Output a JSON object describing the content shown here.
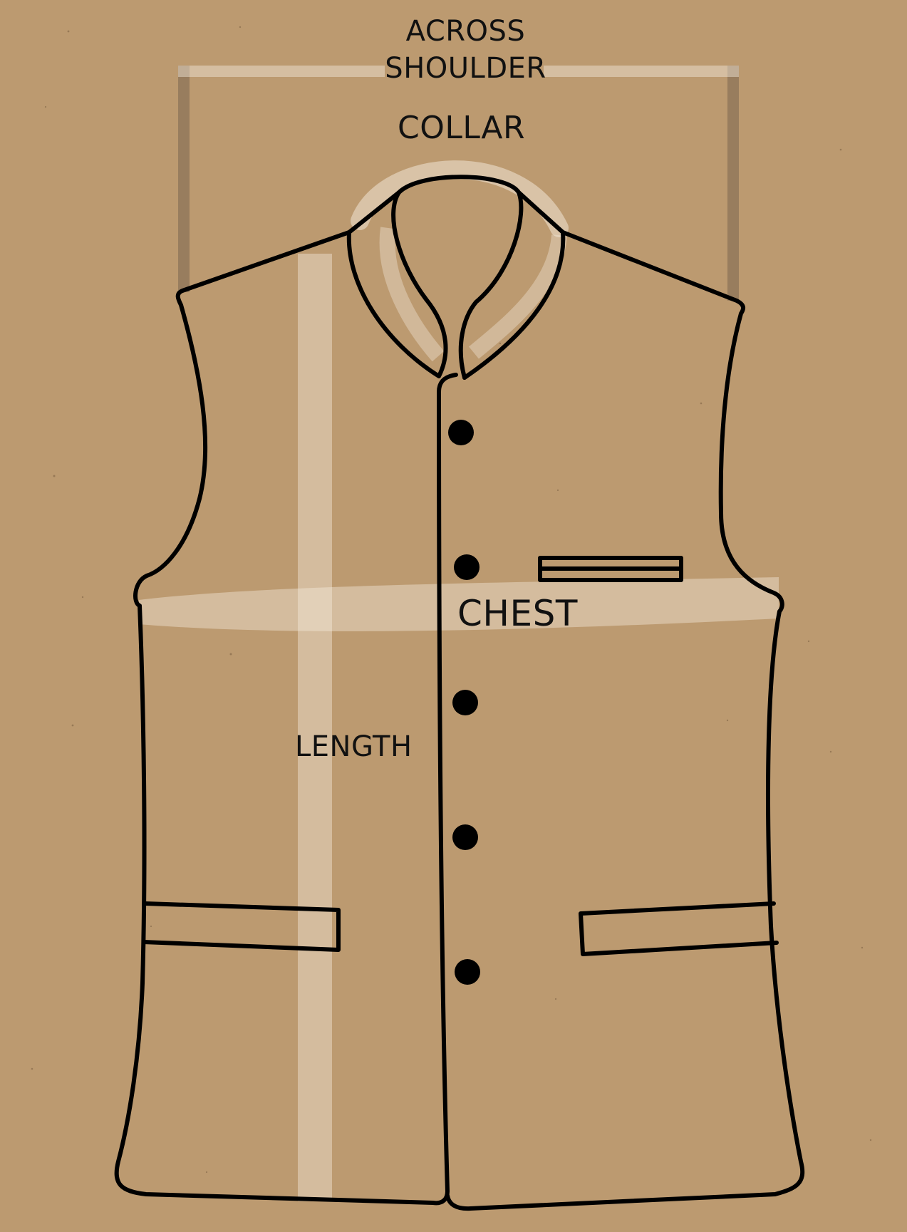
{
  "labels": {
    "across_shoulder": [
      "ACROSS",
      "SHOULDER"
    ],
    "collar": "COLLAR",
    "chest": "CHEST",
    "length": "LENGTH"
  },
  "colors": {
    "background": "#bc9a70",
    "outline": "#000000",
    "highlight": "#f5ebdd",
    "shoulder_bracket": "#7a6650"
  },
  "garment": {
    "type": "nehru jacket",
    "button_count": 5,
    "pockets": [
      "chest welt pocket",
      "left hip welt pocket",
      "right hip welt pocket"
    ]
  }
}
